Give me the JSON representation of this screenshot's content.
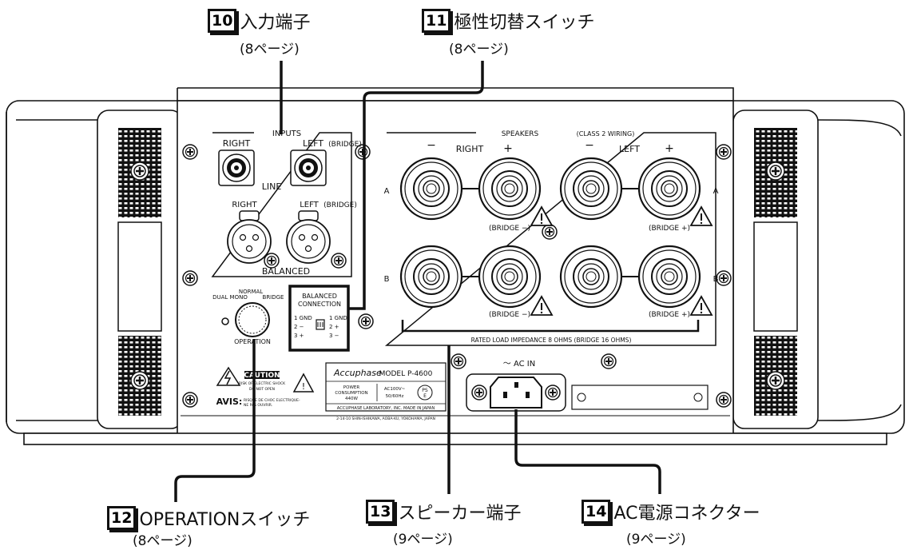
{
  "callouts": [
    {
      "num": "10",
      "title": "入力端子",
      "page": "(8ページ)"
    },
    {
      "num": "11",
      "title": "極性切替スイッチ",
      "page": "(8ページ)"
    },
    {
      "num": "12",
      "title": "OPERATIONスイッチ",
      "page": "(8ページ)"
    },
    {
      "num": "13",
      "title": "スピーカー端子",
      "page": "(9ページ)"
    },
    {
      "num": "14",
      "title": "AC電源コネクター",
      "page": "(9ページ)"
    }
  ],
  "panel": {
    "inputs_label": "INPUTS",
    "right": "RIGHT",
    "left_bridge": "LEFT",
    "bridge": "(BRIDGE)",
    "line": "LINE",
    "balanced": "BALANCED",
    "speakers_label": "SPEAKERS",
    "speakers_note": "(CLASS 2 WIRING)",
    "minus": "−",
    "plus": "+",
    "left": "LEFT",
    "bridge_minus": "(BRIDGE −)",
    "bridge_plus": "(BRIDGE +)",
    "row_a": "A",
    "row_b": "B",
    "rated_load": "RATED LOAD IMPEDANCE  8 OHMS (BRIDGE  16 OHMS)",
    "balanced_conn_1": "BALANCED",
    "balanced_conn_2": "CONNECTION",
    "pin_left": [
      "1 GND",
      "2 −",
      "3 +"
    ],
    "pin_right": [
      "1 GND",
      "2 +",
      "3 −"
    ],
    "dual_mono": "DUAL MONO",
    "normal": "NORMAL",
    "bridge_sw": "BRIDGE",
    "operation": "OPERATION",
    "caution": "CAUTION",
    "caution_sub1": "RISK OF ELECTRIC SHOCK",
    "caution_sub2": "DO NOT OPEN",
    "avis": "AVIS:",
    "avis_sub1": "RISQUE DE CHOC ELECTRIQUE-",
    "avis_sub2": "NE PAS OUVRIR.",
    "brand": "Accuphase",
    "model": "MODEL  P-4600",
    "power_consumption_1": "POWER",
    "power_consumption_2": "CONSUMPTION",
    "power_w": "440W",
    "ac_rating_1": "AC100V~",
    "ac_rating_2": "50/60Hz",
    "pse_1": "PS",
    "pse_2": "E",
    "company": "ACCUPHASE LABORATORY, INC.   MADE IN JAPAN",
    "address": "2-14-10 SHIN-ISHIKAWA, AOBA-KU, YOKOHAMA, JAPAN",
    "ac_in": "～ AC IN"
  }
}
